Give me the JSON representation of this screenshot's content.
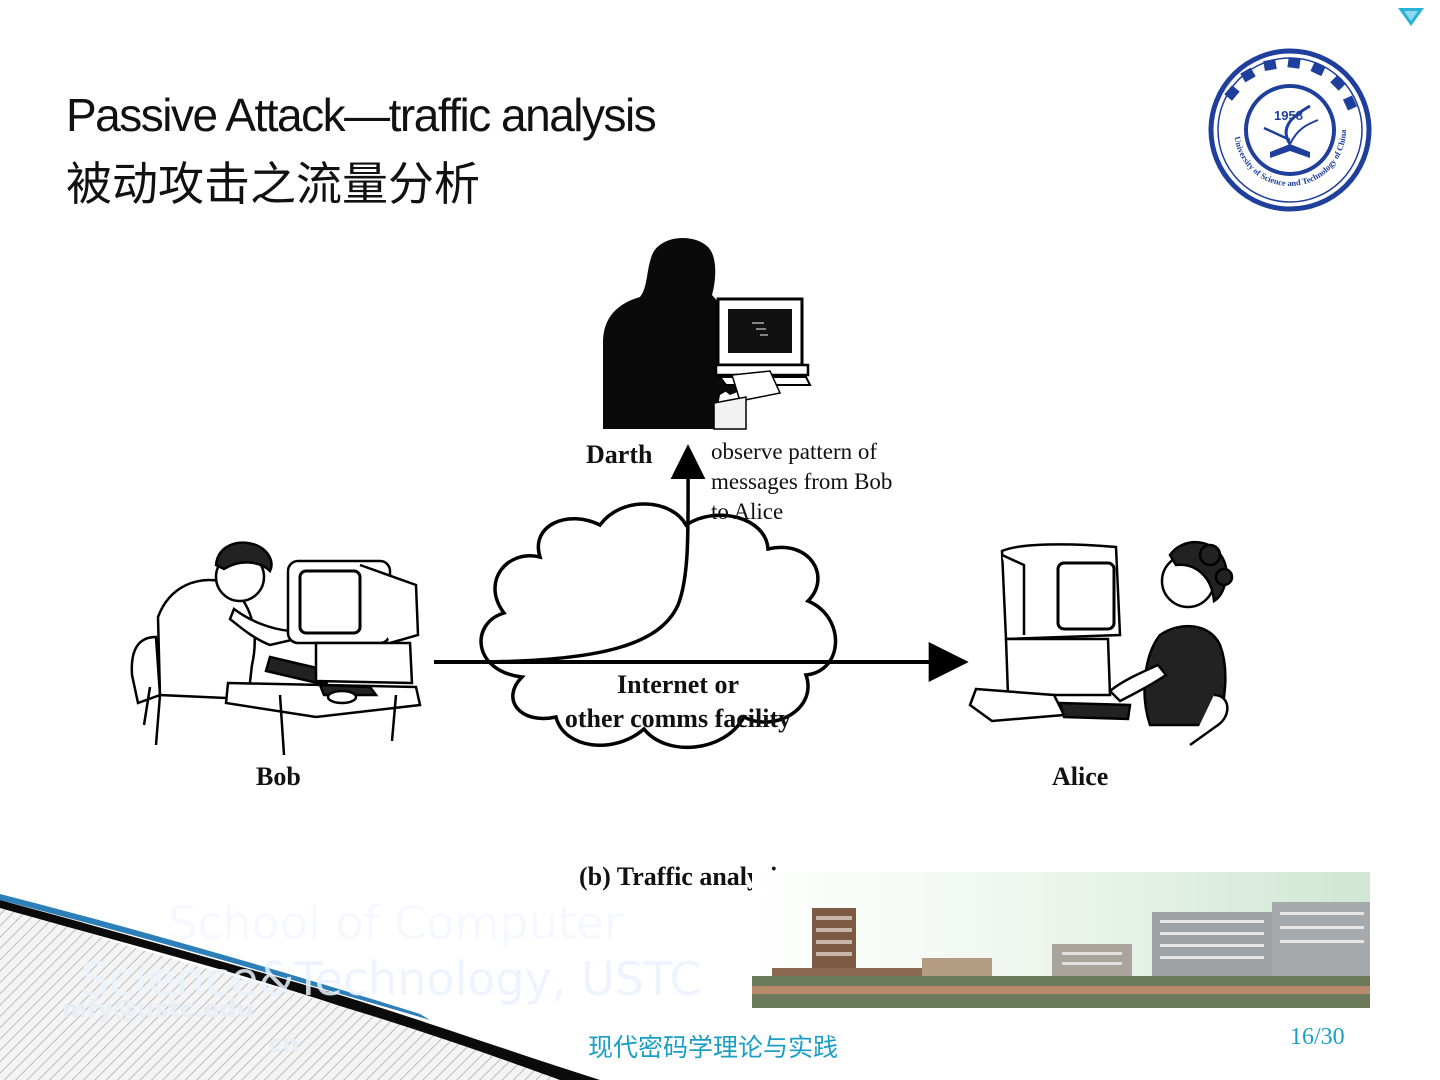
{
  "slide": {
    "title_en": "Passive Attack—traffic analysis",
    "title_zh": "被动攻击之流量分析"
  },
  "logo": {
    "year": "1958",
    "ring_text": "University of Science and Technology of China",
    "color": "#1f3f9c"
  },
  "diagram": {
    "labels": {
      "darth": "Darth",
      "bob": "Bob",
      "alice": "Alice",
      "observe": "observe pattern of\nmessages from Bob\nto Alice",
      "network": "Internet or\nother comms facility",
      "caption": "(b) Traffic analysis"
    }
  },
  "footer": {
    "school_line1": "School of Computer",
    "school_line2": "Science&Technology, USTC",
    "email_line1": "mfy@ustc.edu",
    "email_line2": "cn",
    "course": "现代密码学理论与实践",
    "page": "16/30",
    "accent": "#1a9fc4"
  }
}
